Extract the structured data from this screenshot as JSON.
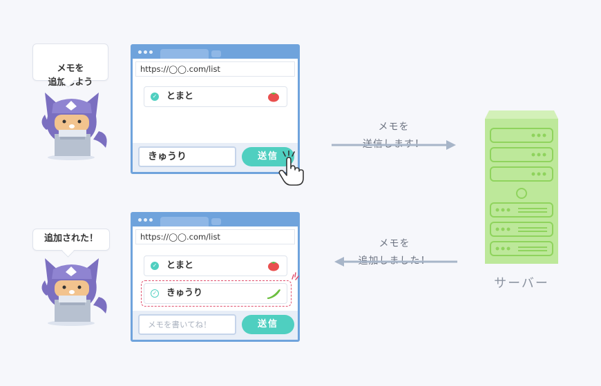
{
  "top": {
    "bubble": "メモを\n追加しよう",
    "url": "https://◯◯.com/list",
    "items": [
      {
        "label": "とまと",
        "icon": "tomato-icon"
      }
    ],
    "input_value": "きゅうり",
    "send_label": "送信",
    "arrow_message": "メモを\n送信します！"
  },
  "bottom": {
    "bubble": "追加された！",
    "url": "https://◯◯.com/list",
    "items": [
      {
        "label": "とまと",
        "icon": "tomato-icon"
      },
      {
        "label": "きゅうり",
        "icon": "cucumber-icon"
      }
    ],
    "input_placeholder": "メモを書いてね！",
    "send_label": "送信",
    "arrow_message": "メモを\n追加しました！"
  },
  "server": {
    "label": "サーバー",
    "color": "#bde89a"
  },
  "colors": {
    "accent": "#4fcfc0",
    "browser": "#6fa3dc",
    "arrow": "#a7b5c8",
    "character": "#7b6fc0"
  }
}
